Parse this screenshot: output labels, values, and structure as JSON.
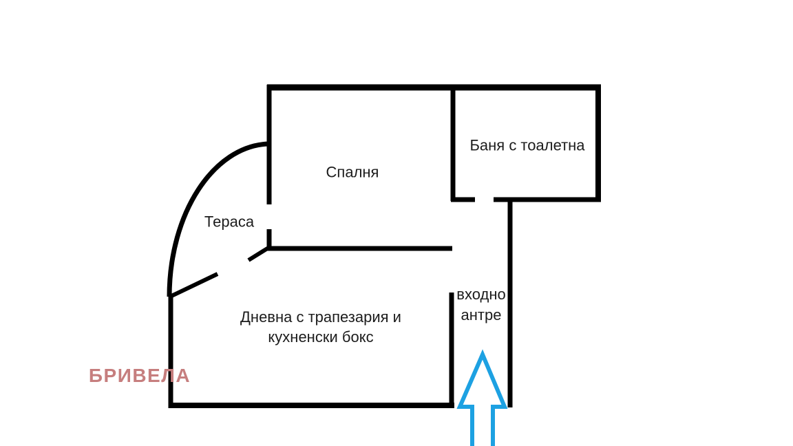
{
  "title": "Apartment floor plan",
  "rooms": {
    "bedroom": {
      "label": "Спалня"
    },
    "bathroom": {
      "label": "Баня с тоалетна"
    },
    "terrace": {
      "label": "Тераса"
    },
    "living_room": {
      "label_line1": "Дневна с трапезария и",
      "label_line2": "кухненски бокс"
    },
    "entrance_hall": {
      "label_line1": "входно",
      "label_line2": "антре"
    }
  },
  "watermark": {
    "label": "БРИВЕЛА"
  },
  "icons": {
    "entrance_arrow": "arrow-up-outline"
  },
  "colors": {
    "wall": "#000000",
    "label_text": "#1c1c1c",
    "watermark": "#c67e7e",
    "arrow": "#1da1e2",
    "background": "#ffffff"
  }
}
